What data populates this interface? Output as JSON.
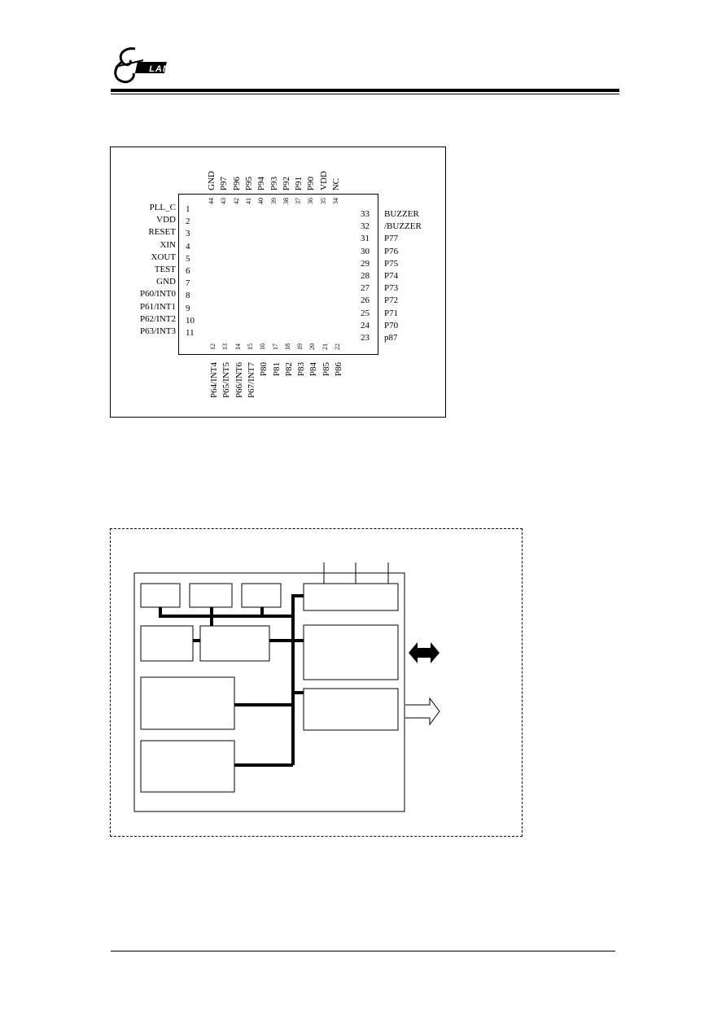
{
  "header": {
    "logo_text": "LAN"
  },
  "pin_diagram": {
    "left_pins": [
      {
        "num": "1",
        "label": "PLL_C"
      },
      {
        "num": "2",
        "label": "VDD"
      },
      {
        "num": "3",
        "label": "RESET"
      },
      {
        "num": "4",
        "label": "XIN"
      },
      {
        "num": "5",
        "label": "XOUT"
      },
      {
        "num": "6",
        "label": "TEST"
      },
      {
        "num": "7",
        "label": "GND"
      },
      {
        "num": "8",
        "label": "P60/INT0"
      },
      {
        "num": "9",
        "label": "P61/INT1"
      },
      {
        "num": "10",
        "label": "P62/INT2"
      },
      {
        "num": "11",
        "label": "P63/INT3"
      }
    ],
    "right_pins": [
      {
        "num": "33",
        "label": "BUZZER"
      },
      {
        "num": "32",
        "label": "/BUZZER"
      },
      {
        "num": "31",
        "label": "P77"
      },
      {
        "num": "30",
        "label": "P76"
      },
      {
        "num": "29",
        "label": "P75"
      },
      {
        "num": "28",
        "label": "P74"
      },
      {
        "num": "27",
        "label": "P73"
      },
      {
        "num": "26",
        "label": "P72"
      },
      {
        "num": "25",
        "label": "P71"
      },
      {
        "num": "24",
        "label": "P70"
      },
      {
        "num": "23",
        "label": "p87"
      }
    ],
    "top_pins": [
      {
        "num": "44",
        "label": "GND"
      },
      {
        "num": "43",
        "label": "P97"
      },
      {
        "num": "42",
        "label": "P96"
      },
      {
        "num": "41",
        "label": "P95"
      },
      {
        "num": "40",
        "label": "P94"
      },
      {
        "num": "39",
        "label": "P93"
      },
      {
        "num": "38",
        "label": "P92"
      },
      {
        "num": "37",
        "label": "P91"
      },
      {
        "num": "36",
        "label": "P90"
      },
      {
        "num": "35",
        "label": "VDD"
      },
      {
        "num": "34",
        "label": "NC"
      }
    ],
    "bottom_pins": [
      {
        "num": "12",
        "label": "P64/INT4"
      },
      {
        "num": "13",
        "label": "P65/INT5"
      },
      {
        "num": "14",
        "label": "P66/INT6"
      },
      {
        "num": "15",
        "label": "P67/INT7"
      },
      {
        "num": "16",
        "label": "P80"
      },
      {
        "num": "17",
        "label": "P81"
      },
      {
        "num": "18",
        "label": "P82"
      },
      {
        "num": "19",
        "label": "P83"
      },
      {
        "num": "20",
        "label": "P84"
      },
      {
        "num": "21",
        "label": "P85"
      },
      {
        "num": "22",
        "label": "P86"
      }
    ]
  }
}
